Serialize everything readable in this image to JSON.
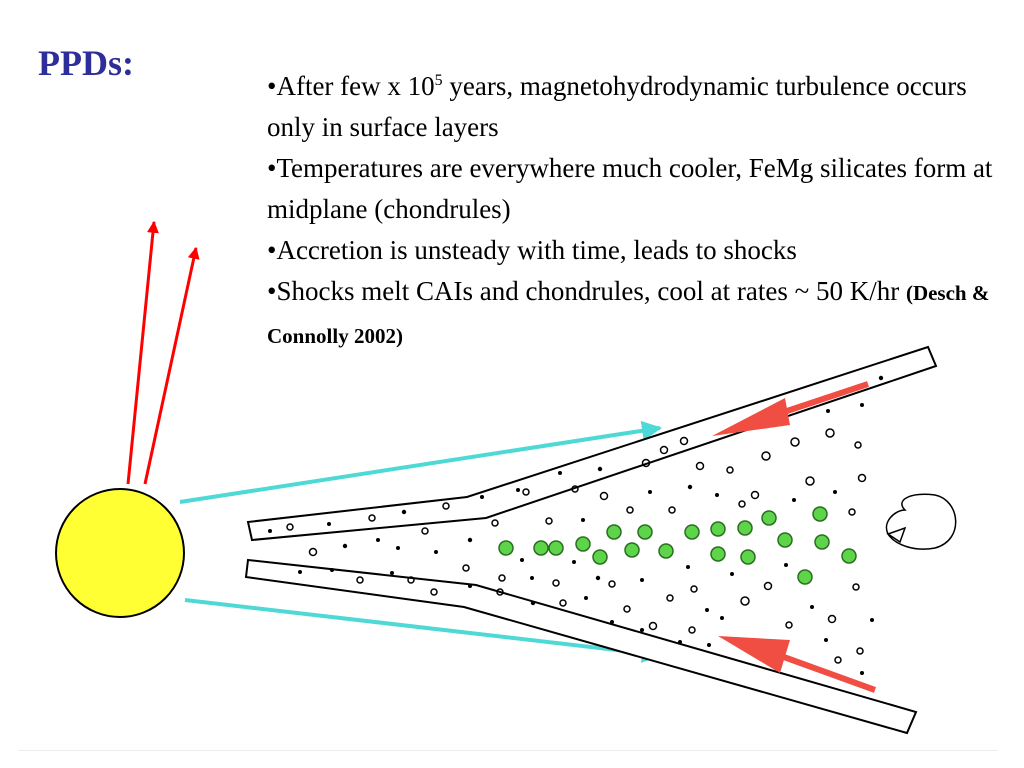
{
  "slide": {
    "title": "PPDs:",
    "bullets": [
      {
        "pre": "•After few x 10",
        "sup": "5",
        "post": " years, magnetohydrodynamic turbulence occurs only in surface layers"
      },
      {
        "text": "•Temperatures are everywhere much cooler, FeMg silicates form at midplane (chondrules)"
      },
      {
        "text": "•Accretion is unsteady with time, leads to shocks"
      },
      {
        "text": "•Shocks melt CAIs and chondrules, cool at rates ~ 50 K/hr ",
        "citation": "(Desch & Connolly 2002)"
      }
    ]
  },
  "colors": {
    "title": "#2e2e9a",
    "sun_fill": "#ffff33",
    "jet_arrows": "#ff0000",
    "radiation_arrows": "#4fd9d6",
    "inflow_arrows": "#f04e42",
    "chondrules": "#5ed44a"
  }
}
